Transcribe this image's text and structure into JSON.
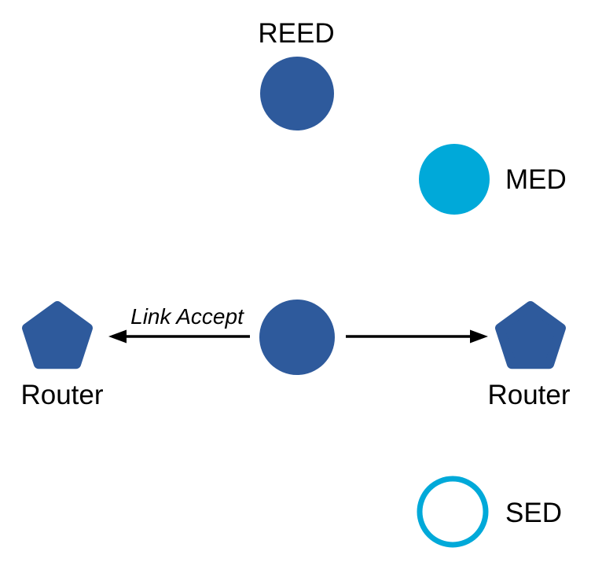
{
  "colors": {
    "node_blue": "#2E5A9C",
    "node_cyan": "#00A9D9",
    "arrow": "#000000",
    "label_text": "#000000",
    "background": "#FFFFFF"
  },
  "nodes": {
    "reed": {
      "label": "REED",
      "shape": "filled-circle",
      "fill": "#2E5A9C"
    },
    "med": {
      "label": "MED",
      "shape": "filled-circle",
      "fill": "#00A9D9"
    },
    "central": {
      "shape": "filled-circle",
      "fill": "#2E5A9C"
    },
    "router_left": {
      "label": "Router",
      "shape": "pentagon",
      "fill": "#2E5A9C"
    },
    "router_right": {
      "label": "Router",
      "shape": "pentagon",
      "fill": "#2E5A9C"
    },
    "sed": {
      "label": "SED",
      "shape": "outline-circle",
      "stroke": "#00A9D9"
    }
  },
  "edges": {
    "to_left_router": {
      "label": "Link Accept",
      "direction": "left",
      "from": "central",
      "to": "router_left"
    },
    "to_right_router": {
      "direction": "right",
      "from": "central",
      "to": "router_right"
    }
  }
}
